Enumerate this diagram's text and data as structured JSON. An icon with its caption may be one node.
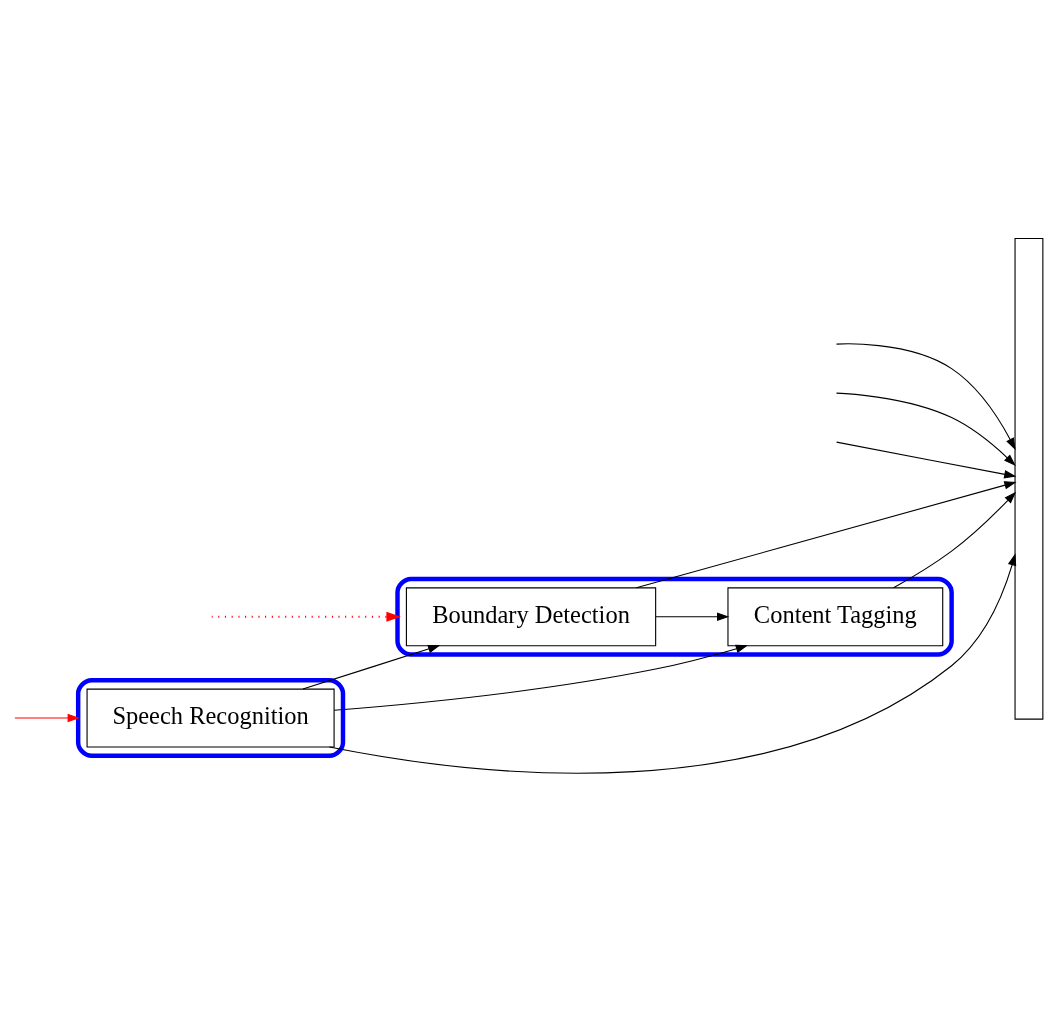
{
  "diagram": {
    "nodes": [
      {
        "text": [],
        "shape": "ellipse"
      },
      {
        "text": [
          "Speech Recognition"
        ],
        "in": 0
      },
      {
        "text": [],
        "shape": "ellipse"
      },
      {
        "text": [
          "Boundary Detection"
        ],
        "in": 2
      },
      {
        "text": [
          "Content Tagging"
        ],
        "in": 2
      },
      {
        "text": [],
        "shape": "bar"
      }
    ],
    "edges": [
      {
        "from": 1,
        "to": 5,
        "arrow": "to"
      },
      {
        "from": 1,
        "to": 3,
        "arrow": "to"
      },
      {
        "from": 1,
        "to": 4,
        "arrow": "to"
      },
      {
        "from": 3,
        "to": 5,
        "arrow": "to"
      },
      {
        "from": 3,
        "to": 4,
        "arrow": "to"
      },
      {
        "from": 4,
        "to": 5,
        "arrow": "to"
      },
      {
        "from": null,
        "to": 5,
        "arrow": "to"
      },
      {
        "from": null,
        "to": 5,
        "arrow": "to"
      },
      {
        "from": null,
        "to": 5,
        "arrow": "to"
      },
      {
        "from": null,
        "to": 2,
        "arrow": "to",
        "style": "dashed",
        "color": "#ff0000"
      },
      {
        "from": null,
        "to": 0,
        "arrow": "to",
        "color": "#ff0000"
      }
    ]
  }
}
